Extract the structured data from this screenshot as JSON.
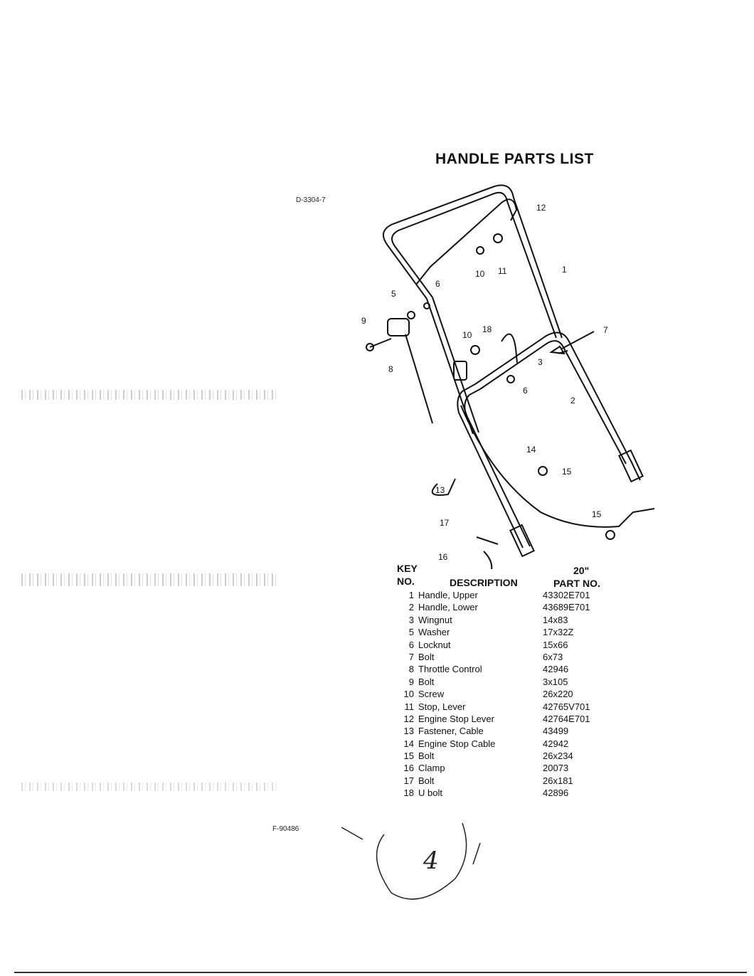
{
  "page": {
    "title": "HANDLE PARTS LIST",
    "diagram_code": "D-3304-7",
    "figure_code": "F-90486",
    "handwritten_mark": "4"
  },
  "callouts": [
    "12",
    "11",
    "10",
    "1",
    "6",
    "5",
    "9",
    "7",
    "18",
    "10",
    "3",
    "8",
    "6",
    "2",
    "14",
    "15",
    "13",
    "15",
    "17",
    "16"
  ],
  "table": {
    "col_key_line1": "KEY",
    "col_key_line2": "NO.",
    "col_desc": "DESCRIPTION",
    "col_part_line1": "20\"",
    "col_part_line2": "PART NO.",
    "rows": [
      {
        "key": "1",
        "desc": "Handle, Upper",
        "part": "43302E701"
      },
      {
        "key": "2",
        "desc": "Handle, Lower",
        "part": "43689E701"
      },
      {
        "key": "3",
        "desc": "Wingnut",
        "part": "14x83"
      },
      {
        "key": "5",
        "desc": "Washer",
        "part": "17x32Z"
      },
      {
        "key": "6",
        "desc": "Locknut",
        "part": "15x66"
      },
      {
        "key": "7",
        "desc": "Bolt",
        "part": "6x73"
      },
      {
        "key": "8",
        "desc": "Throttle Control",
        "part": "42946"
      },
      {
        "key": "9",
        "desc": "Bolt",
        "part": "3x105"
      },
      {
        "key": "10",
        "desc": "Screw",
        "part": "26x220"
      },
      {
        "key": "11",
        "desc": "Stop, Lever",
        "part": "42765V701"
      },
      {
        "key": "12",
        "desc": "Engine Stop Lever",
        "part": "42764E701"
      },
      {
        "key": "13",
        "desc": "Fastener, Cable",
        "part": "43499"
      },
      {
        "key": "14",
        "desc": "Engine Stop Cable",
        "part": "42942"
      },
      {
        "key": "15",
        "desc": "Bolt",
        "part": "26x234"
      },
      {
        "key": "16",
        "desc": "Clamp",
        "part": "20073"
      },
      {
        "key": "17",
        "desc": "Bolt",
        "part": "26x181"
      },
      {
        "key": "18",
        "desc": "U bolt",
        "part": "42896"
      }
    ]
  }
}
